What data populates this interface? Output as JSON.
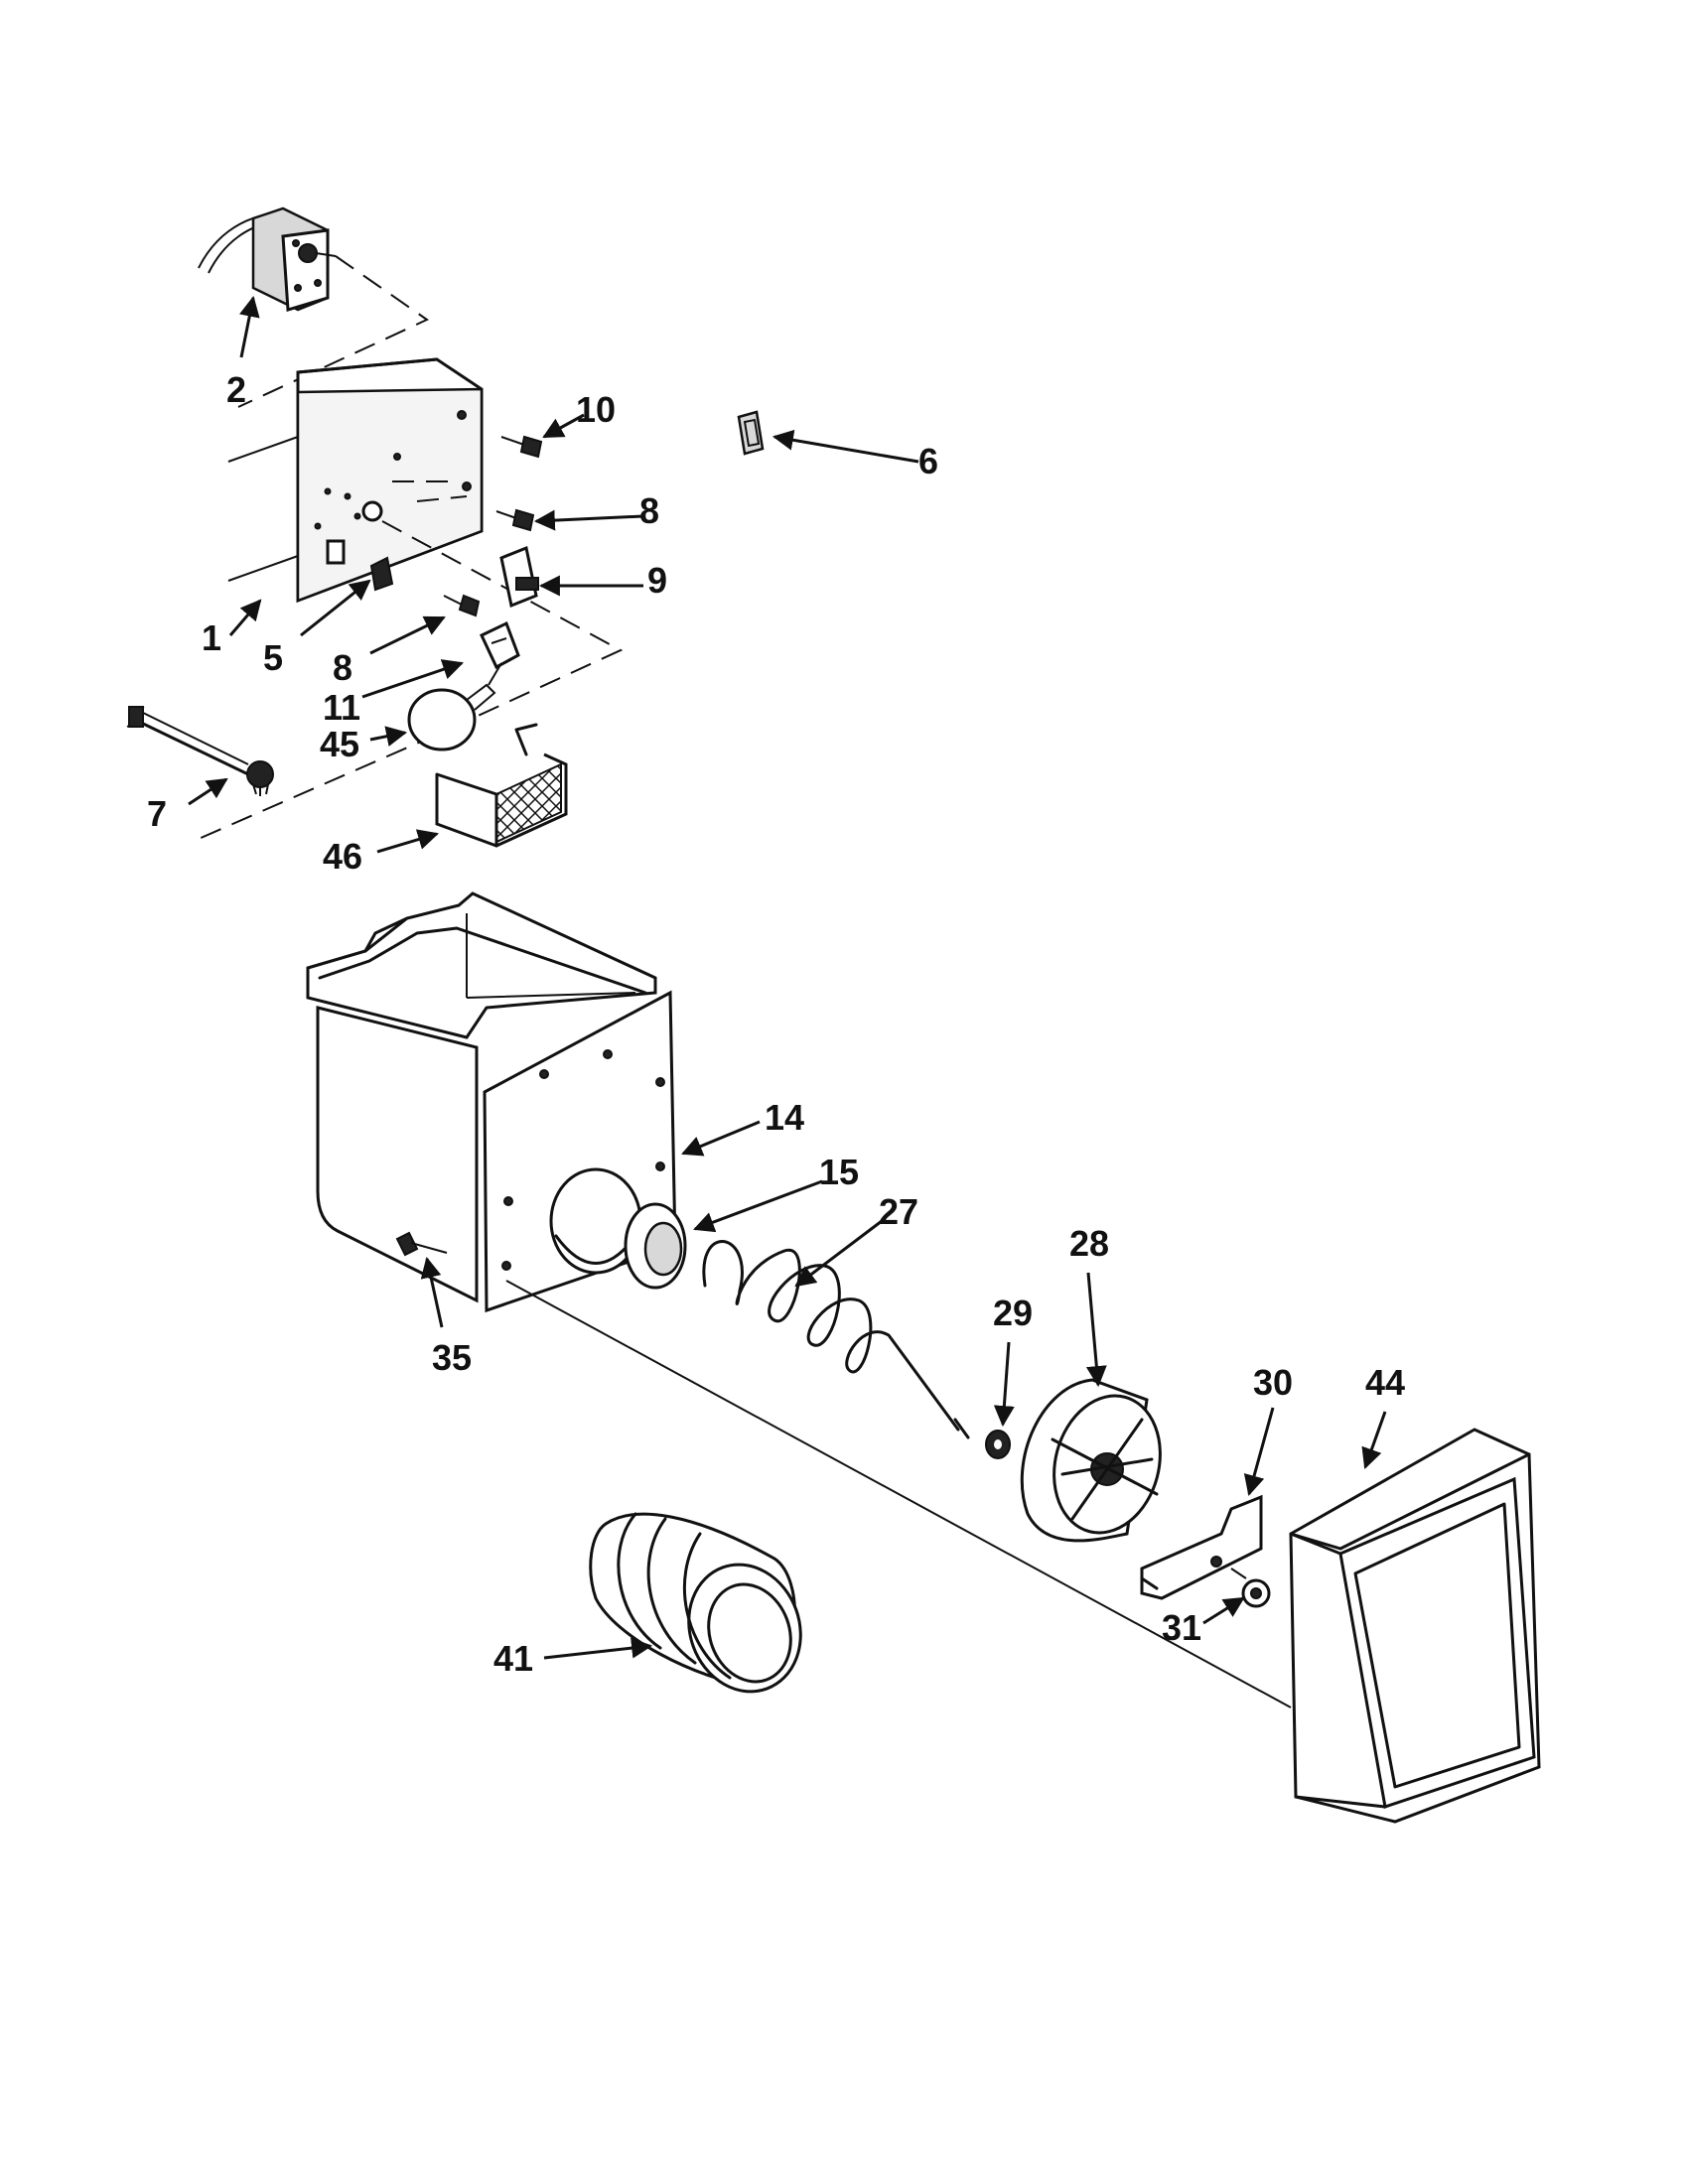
{
  "callouts": {
    "c1": "1",
    "c2": "2",
    "c5": "5",
    "c6": "6",
    "c7": "7",
    "c8a": "8",
    "c8b": "8",
    "c9": "9",
    "c10": "10",
    "c11": "11",
    "c14": "14",
    "c15": "15",
    "c27": "27",
    "c28": "28",
    "c29": "29",
    "c30": "30",
    "c31": "31",
    "c35": "35",
    "c41": "41",
    "c44": "44",
    "c45": "45",
    "c46": "46"
  }
}
